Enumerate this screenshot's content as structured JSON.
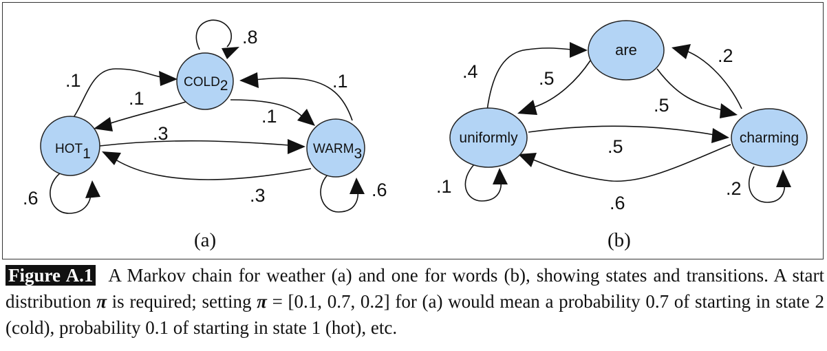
{
  "diagram_a": {
    "states": [
      {
        "name": "HOT",
        "sub": "1"
      },
      {
        "name": "COLD",
        "sub": "2"
      },
      {
        "name": "WARM",
        "sub": "3"
      }
    ],
    "transitions": [
      {
        "from": "COLD",
        "to": "COLD",
        "p": ".8"
      },
      {
        "from": "HOT",
        "to": "COLD",
        "p": ".1"
      },
      {
        "from": "COLD",
        "to": "HOT",
        "p": ".1"
      },
      {
        "from": "WARM",
        "to": "COLD",
        "p": ".1"
      },
      {
        "from": "COLD",
        "to": "WARM",
        "p": ".1"
      },
      {
        "from": "HOT",
        "to": "WARM",
        "p": ".3"
      },
      {
        "from": "WARM",
        "to": "HOT",
        "p": ".3"
      },
      {
        "from": "HOT",
        "to": "HOT",
        "p": ".6"
      },
      {
        "from": "WARM",
        "to": "WARM",
        "p": ".6"
      }
    ],
    "panel_label": "(a)"
  },
  "diagram_b": {
    "states": [
      {
        "name": "are"
      },
      {
        "name": "uniformly"
      },
      {
        "name": "charming"
      }
    ],
    "transitions": [
      {
        "from": "uniformly",
        "to": "are",
        "p": ".4"
      },
      {
        "from": "are",
        "to": "uniformly",
        "p": ".5"
      },
      {
        "from": "charming",
        "to": "are",
        "p": ".2"
      },
      {
        "from": "are",
        "to": "charming",
        "p": ".5"
      },
      {
        "from": "uniformly",
        "to": "charming",
        "p": ".5"
      },
      {
        "from": "charming",
        "to": "uniformly",
        "p": ".6"
      },
      {
        "from": "uniformly",
        "to": "uniformly",
        "p": ".1"
      },
      {
        "from": "charming",
        "to": "charming",
        "p": ".2"
      }
    ],
    "panel_label": "(b)"
  },
  "caption": {
    "label": "Figure A.1",
    "part1": "A Markov chain for weather (a) and one for words (b), showing states and transitions. A start distribution ",
    "pi1": "π",
    "part2": " is required; setting ",
    "pi2": "π",
    "part3": " = [0.1, 0.7, 0.2] for (a) would mean a probability 0.7 of starting in state 2 (cold), probability 0.1 of starting in state 1 (hot), etc."
  },
  "colors": {
    "node_fill": "#b3d4f5",
    "stroke": "#111111",
    "caption_label_bg": "#111111"
  }
}
